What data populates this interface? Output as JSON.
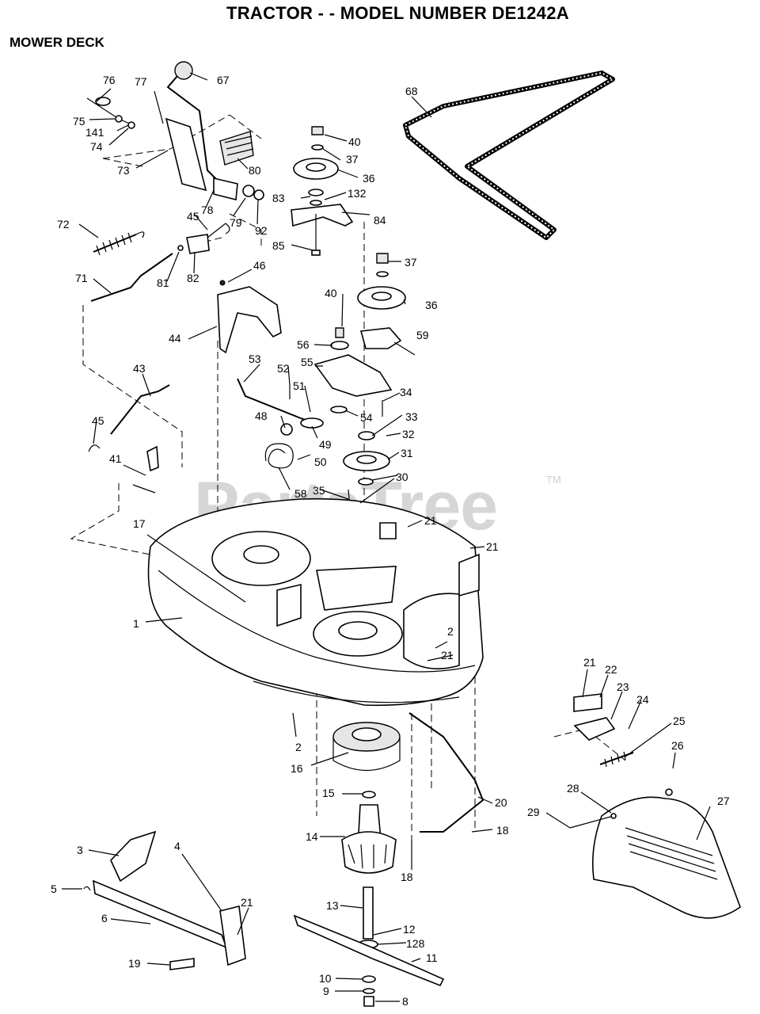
{
  "header": {
    "title": "TRACTOR - - MODEL NUMBER DE1242A",
    "section": "MOWER DECK"
  },
  "watermark": {
    "text": "PartsTree",
    "tm": "TM"
  },
  "labels": [
    {
      "id": "76",
      "text": "76"
    },
    {
      "id": "77",
      "text": "77"
    },
    {
      "id": "67",
      "text": "67"
    },
    {
      "id": "75",
      "text": "75"
    },
    {
      "id": "141",
      "text": "141"
    },
    {
      "id": "74",
      "text": "74"
    },
    {
      "id": "73",
      "text": "73"
    },
    {
      "id": "78",
      "text": "78"
    },
    {
      "id": "79",
      "text": "79"
    },
    {
      "id": "92",
      "text": "92"
    },
    {
      "id": "80",
      "text": "80"
    },
    {
      "id": "72",
      "text": "72"
    },
    {
      "id": "45a",
      "text": "45"
    },
    {
      "id": "81",
      "text": "81"
    },
    {
      "id": "82",
      "text": "82"
    },
    {
      "id": "71",
      "text": "71"
    },
    {
      "id": "46",
      "text": "46"
    },
    {
      "id": "44",
      "text": "44"
    },
    {
      "id": "40a",
      "text": "40"
    },
    {
      "id": "37a",
      "text": "37"
    },
    {
      "id": "36a",
      "text": "36"
    },
    {
      "id": "83",
      "text": "83"
    },
    {
      "id": "132",
      "text": "132"
    },
    {
      "id": "84",
      "text": "84"
    },
    {
      "id": "85",
      "text": "85"
    },
    {
      "id": "68",
      "text": "68"
    },
    {
      "id": "37b",
      "text": "37"
    },
    {
      "id": "40b",
      "text": "40"
    },
    {
      "id": "36b",
      "text": "36"
    },
    {
      "id": "56",
      "text": "56"
    },
    {
      "id": "59",
      "text": "59"
    },
    {
      "id": "53",
      "text": "53"
    },
    {
      "id": "52",
      "text": "52"
    },
    {
      "id": "55",
      "text": "55"
    },
    {
      "id": "51",
      "text": "51"
    },
    {
      "id": "34",
      "text": "34"
    },
    {
      "id": "48",
      "text": "48"
    },
    {
      "id": "54",
      "text": "54"
    },
    {
      "id": "33",
      "text": "33"
    },
    {
      "id": "49",
      "text": "49"
    },
    {
      "id": "50",
      "text": "50"
    },
    {
      "id": "32",
      "text": "32"
    },
    {
      "id": "31",
      "text": "31"
    },
    {
      "id": "58",
      "text": "58"
    },
    {
      "id": "35",
      "text": "35"
    },
    {
      "id": "30",
      "text": "30"
    },
    {
      "id": "43",
      "text": "43"
    },
    {
      "id": "45b",
      "text": "45"
    },
    {
      "id": "41",
      "text": "41"
    },
    {
      "id": "21a",
      "text": "21"
    },
    {
      "id": "21b",
      "text": "21"
    },
    {
      "id": "17",
      "text": "17"
    },
    {
      "id": "1",
      "text": "1"
    },
    {
      "id": "2a",
      "text": "2"
    },
    {
      "id": "21c",
      "text": "21"
    },
    {
      "id": "21d",
      "text": "21"
    },
    {
      "id": "22",
      "text": "22"
    },
    {
      "id": "23",
      "text": "23"
    },
    {
      "id": "24",
      "text": "24"
    },
    {
      "id": "25",
      "text": "25"
    },
    {
      "id": "26",
      "text": "26"
    },
    {
      "id": "2b",
      "text": "2"
    },
    {
      "id": "16",
      "text": "16"
    },
    {
      "id": "15",
      "text": "15"
    },
    {
      "id": "20",
      "text": "20"
    },
    {
      "id": "28",
      "text": "28"
    },
    {
      "id": "27",
      "text": "27"
    },
    {
      "id": "29",
      "text": "29"
    },
    {
      "id": "14",
      "text": "14"
    },
    {
      "id": "18a",
      "text": "18"
    },
    {
      "id": "18b",
      "text": "18"
    },
    {
      "id": "3",
      "text": "3"
    },
    {
      "id": "4",
      "text": "4"
    },
    {
      "id": "5",
      "text": "5"
    },
    {
      "id": "21e",
      "text": "21"
    },
    {
      "id": "6",
      "text": "6"
    },
    {
      "id": "13",
      "text": "13"
    },
    {
      "id": "12",
      "text": "12"
    },
    {
      "id": "128",
      "text": "128"
    },
    {
      "id": "11",
      "text": "11"
    },
    {
      "id": "19",
      "text": "19"
    },
    {
      "id": "10",
      "text": "10"
    },
    {
      "id": "9",
      "text": "9"
    },
    {
      "id": "8",
      "text": "8"
    }
  ]
}
